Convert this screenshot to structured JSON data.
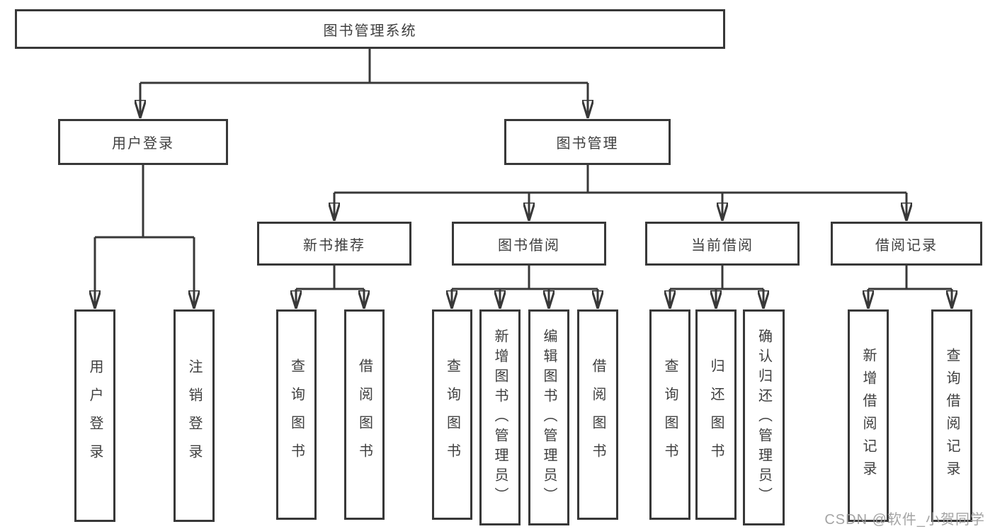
{
  "diagram_type": "hierarchy-tree",
  "colors": {
    "background": "#ffffff",
    "line": "#383838",
    "text": "#3f3f3f",
    "watermark": "#9b9b9b"
  },
  "tree": {
    "label": "图书管理系统",
    "children": [
      {
        "label": "用户登录",
        "children": [
          {
            "label": "用户登录"
          },
          {
            "label": "注销登录"
          }
        ]
      },
      {
        "label": "图书管理",
        "children": [
          {
            "label": "新书推荐",
            "children": [
              {
                "label": "查询图书"
              },
              {
                "label": "借阅图书"
              }
            ]
          },
          {
            "label": "图书借阅",
            "children": [
              {
                "label": "查询图书"
              },
              {
                "label": "新增图书（管理员）"
              },
              {
                "label": "编辑图书（管理员）"
              },
              {
                "label": "借阅图书"
              }
            ]
          },
          {
            "label": "当前借阅",
            "children": [
              {
                "label": "查询图书"
              },
              {
                "label": "归还图书"
              },
              {
                "label": "确认归还（管理员）"
              }
            ]
          },
          {
            "label": "借阅记录",
            "children": [
              {
                "label": "新增借阅记录"
              },
              {
                "label": "查询借阅记录"
              }
            ]
          }
        ]
      }
    ]
  },
  "watermark": {
    "text": "CSDN @软件_小贺同学"
  }
}
